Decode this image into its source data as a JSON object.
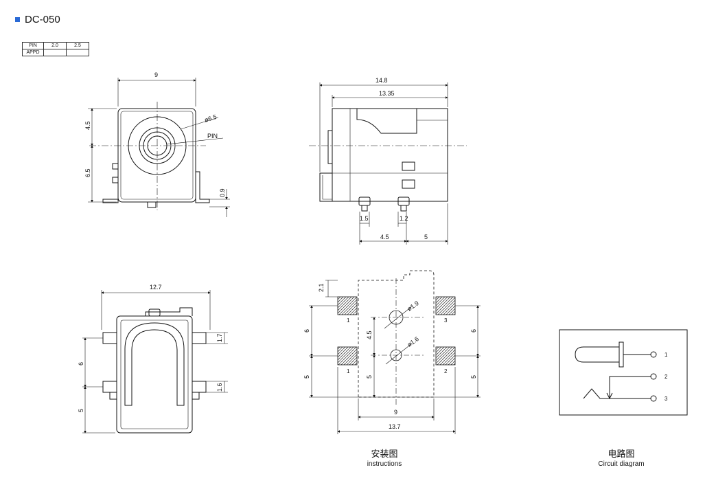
{
  "title": "DC-050",
  "spec_table": {
    "row1": [
      "PIN",
      "2.0",
      "2.5"
    ],
    "row2": [
      "APPD",
      "",
      ""
    ]
  },
  "front_view": {
    "width": "9",
    "upper_h": "4.5",
    "lower_h": "6.5",
    "foot": "0.9",
    "dia": "ø6.5",
    "pin": "PIN"
  },
  "side_view": {
    "len_total": "14.8",
    "len_body": "13.35",
    "pin_a": "1.5",
    "pin_b": "1.2",
    "d1": "4.5",
    "d2": "5"
  },
  "bottom_view": {
    "width": "12.7",
    "d6": "6",
    "d5": "5",
    "p1": "1.7",
    "p2": "1.6"
  },
  "footprint": {
    "top": "2.1",
    "hole1": "ø1.9",
    "hole2": "ø1.6",
    "h45": "4.5",
    "l6": "6",
    "l5a": "5",
    "l5b": "5",
    "r6": "6",
    "r5": "5",
    "w9": "9",
    "w137": "13.7",
    "pads": [
      "1",
      "3",
      "1",
      "2"
    ]
  },
  "circuit": {
    "pins": [
      "1",
      "2",
      "3"
    ]
  },
  "captions": {
    "instructions_zh": "安装图",
    "instructions_en": "instructions",
    "circuit_zh": "电路图",
    "circuit_en": "Circuit diagram"
  }
}
